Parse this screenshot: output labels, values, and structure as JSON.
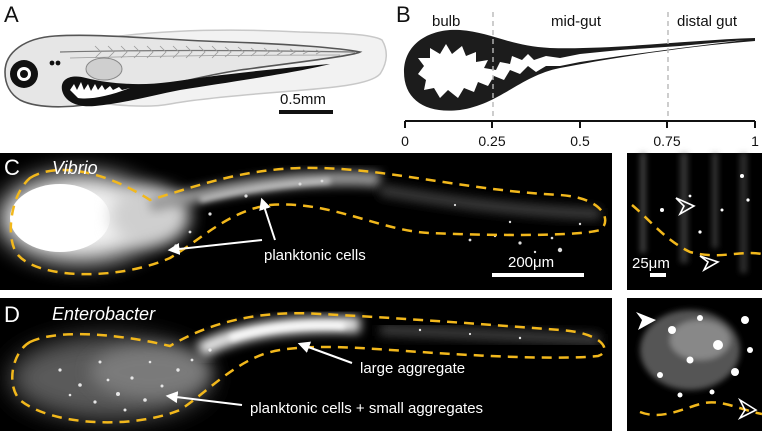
{
  "panels": {
    "A": {
      "letter": "A",
      "scale_bar_label": "0.5mm"
    },
    "B": {
      "letter": "B",
      "region_labels": [
        "bulb",
        "mid-gut",
        "distal gut"
      ],
      "axis_ticks": [
        "0",
        "0.25",
        "0.5",
        "0.75",
        "1"
      ]
    },
    "C": {
      "letter": "C",
      "species": "Vibrio",
      "annotation": "planktonic cells",
      "scale_bar_label": "200μm",
      "inset_scale_bar_label": "25μm"
    },
    "D": {
      "letter": "D",
      "species": "Enterobacter",
      "annotation_1": "large aggregate",
      "annotation_2": "planktonic cells + small aggregates"
    }
  },
  "colors": {
    "outline_dash": "#f2b81c",
    "gut_fill": "#1c1c1c",
    "background_dark": "#000000"
  }
}
